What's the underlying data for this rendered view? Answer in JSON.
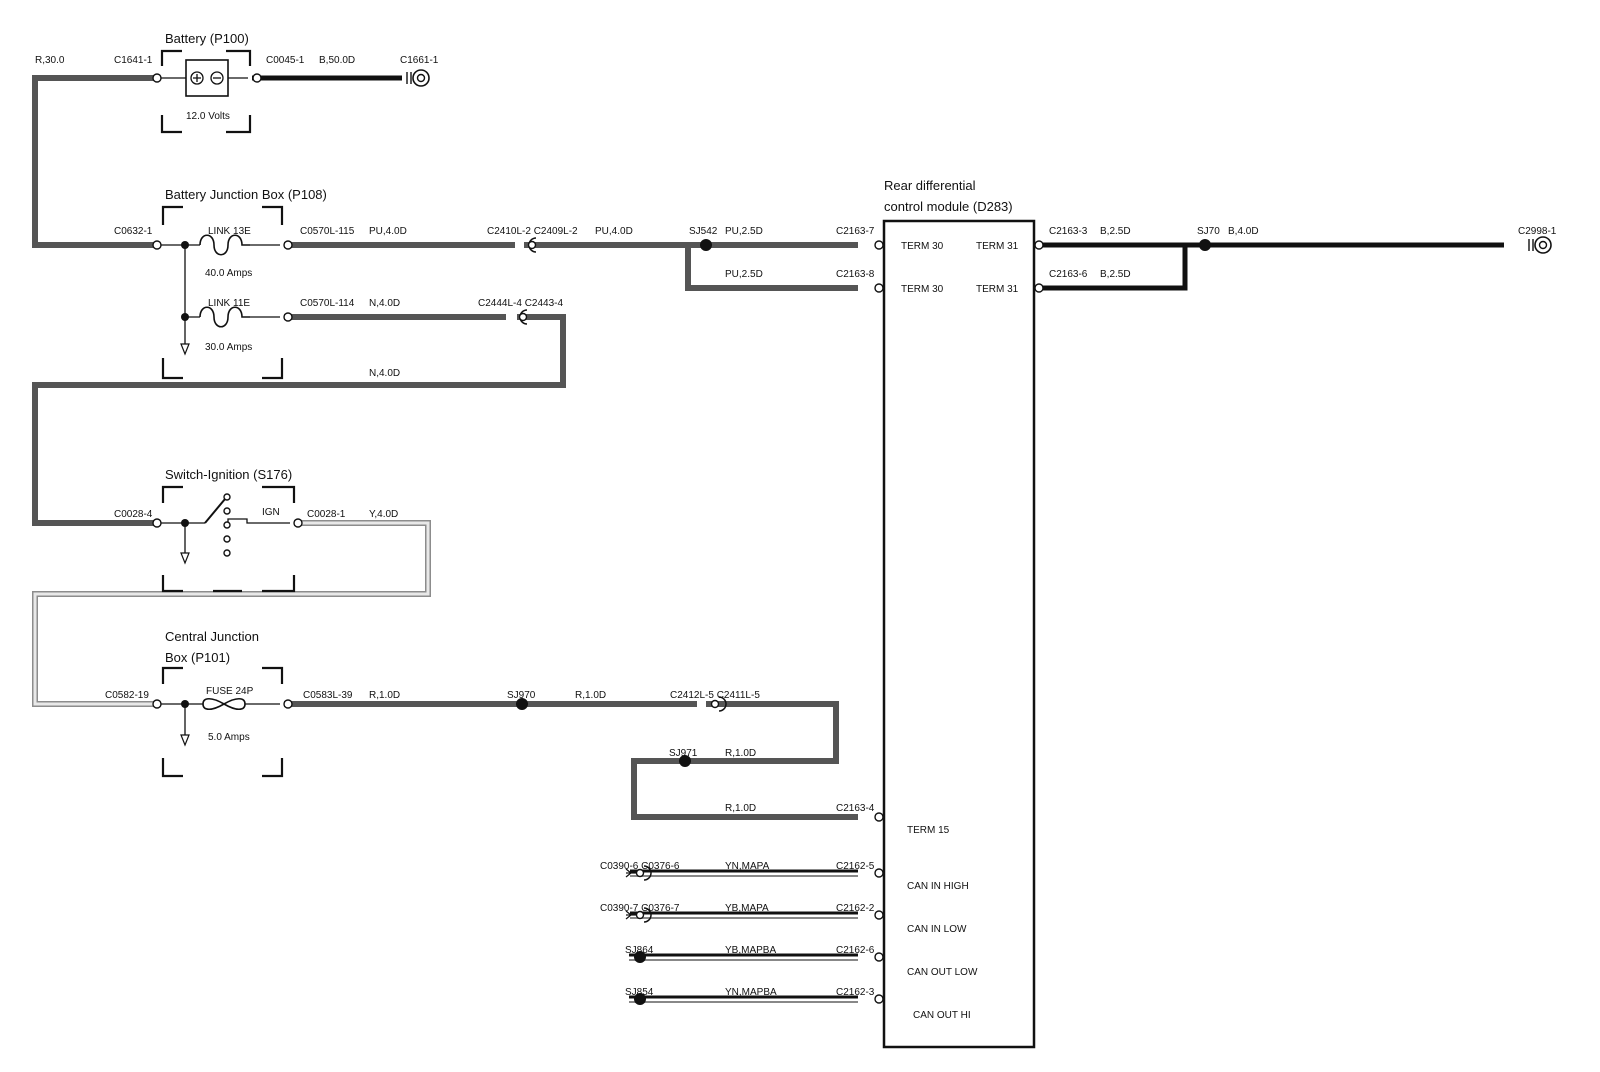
{
  "components": {
    "battery": {
      "title": "Battery (P100)",
      "voltage": "12.0 Volts"
    },
    "bjb": {
      "title": "Battery Junction Box (P108)",
      "link1_name": "LINK 13E",
      "link1_rating": "40.0 Amps",
      "link2_name": "LINK 11E",
      "link2_rating": "30.0 Amps"
    },
    "ignition": {
      "title": "Switch-Ignition (S176)",
      "ign_label": "IGN"
    },
    "cjb": {
      "title_line1": "Central Junction",
      "title_line2": "Box (P101)",
      "fuse_name": "FUSE 24P",
      "fuse_rating": "5.0 Amps"
    },
    "module": {
      "title_line1": "Rear differential",
      "title_line2": "control module (D283)",
      "terms": {
        "t30a": "TERM 30",
        "t30b": "TERM 30",
        "t31a": "TERM 31",
        "t31b": "TERM 31",
        "t15": "TERM 15",
        "can_in_high": "CAN IN HIGH",
        "can_in_low": "CAN IN LOW",
        "can_out_low": "CAN OUT LOW",
        "can_out_hi": "CAN OUT HI"
      }
    }
  },
  "labels": {
    "r30": "R,30.0",
    "c1641": "C1641-1",
    "c0045": "C0045-1",
    "b50": "B,50.0D",
    "c1661": "C1661-1",
    "c0632": "C0632-1",
    "c0570_115": "C0570L-115",
    "pu40a": "PU,4.0D",
    "c2410": "C2410L-2 C2409L-2",
    "pu40b": "PU,4.0D",
    "sj542": "SJ542",
    "pu25a": "PU,2.5D",
    "c2163_7": "C2163-7",
    "pu25b": "PU,2.5D",
    "c2163_8": "C2163-8",
    "c0570_114": "C0570L-114",
    "n40a": "N,4.0D",
    "c2444": "C2444L-4 C2443-4",
    "n40b": "N,4.0D",
    "c2163_3": "C2163-3",
    "b25a": "B,2.5D",
    "sj70": "SJ70",
    "b40": "B,4.0D",
    "c2998": "C2998-1",
    "c2163_6": "C2163-6",
    "b25b": "B,2.5D",
    "c0028_4": "C0028-4",
    "c0028_1": "C0028-1",
    "y40": "Y,4.0D",
    "c0582": "C0582-19",
    "c0583": "C0583L-39",
    "r10a": "R,1.0D",
    "sj970": "SJ970",
    "r10b": "R,1.0D",
    "c2412": "C2412L-5 C2411L-5",
    "sj971": "SJ971",
    "r10c": "R,1.0D",
    "r10d": "R,1.0D",
    "c2163_4": "C2163-4",
    "c0390_6": "C0390-6 C0376-6",
    "ynmapa": "YN,MAPA",
    "c2162_5": "C2162-5",
    "c0390_7": "C0390-7 C0376-7",
    "ybmapa": "YB,MAPA",
    "c2162_2": "C2162-2",
    "sj864": "SJ864",
    "ybmapba": "YB,MAPBA",
    "c2162_6": "C2162-6",
    "sj854": "SJ854",
    "ynmapba": "YN,MAPBA",
    "c2162_3": "C2162-3"
  },
  "wire_colors": {
    "dark_gray": "#555555",
    "black": "#111111",
    "yellow_outline": "#8c8c8c"
  }
}
